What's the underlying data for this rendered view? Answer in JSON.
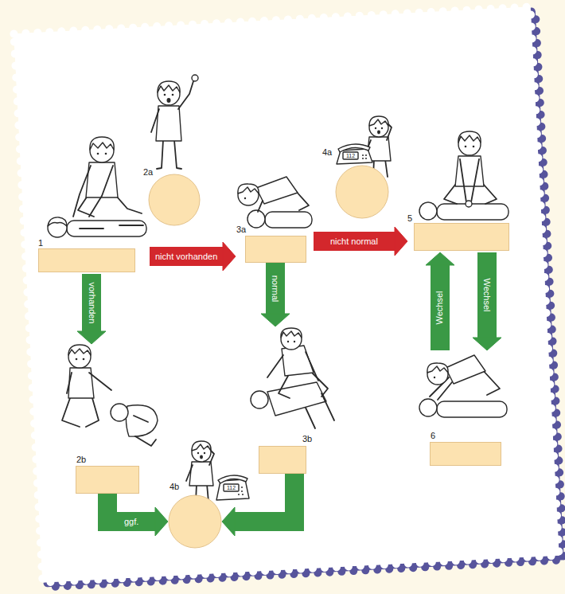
{
  "diagram": {
    "nodes": [
      {
        "text": [
          "1"
        ]
      },
      {
        "text": [
          "2a"
        ]
      },
      {
        "text": [
          "3a"
        ]
      },
      {
        "text": [
          "4a"
        ]
      },
      {
        "text": [
          "5"
        ]
      },
      {
        "text": [
          "2b"
        ]
      },
      {
        "text": [
          "4b"
        ]
      },
      {
        "text": [
          "3b"
        ]
      },
      {
        "text": [
          "6"
        ]
      }
    ],
    "edges": [
      {
        "from": 0,
        "to": 5,
        "label": "vorhanden",
        "arrow": "to"
      },
      {
        "from": 0,
        "to": 2,
        "label": "nicht vorhanden",
        "arrow": "to"
      },
      {
        "from": 2,
        "to": 4,
        "label": "nicht normal",
        "arrow": "to"
      },
      {
        "from": 2,
        "to": 7,
        "label": "normal",
        "arrow": "to"
      },
      {
        "from": 5,
        "to": 6,
        "label": "ggf.",
        "arrow": "to"
      },
      {
        "from": 7,
        "to": 6,
        "arrow": "to"
      },
      {
        "from": 8,
        "to": 4,
        "label": "Wechsel",
        "arrow": "to"
      },
      {
        "from": 4,
        "to": 8,
        "label": "Wechsel",
        "arrow": "to"
      }
    ],
    "labels": [
      "112",
      "112"
    ]
  }
}
